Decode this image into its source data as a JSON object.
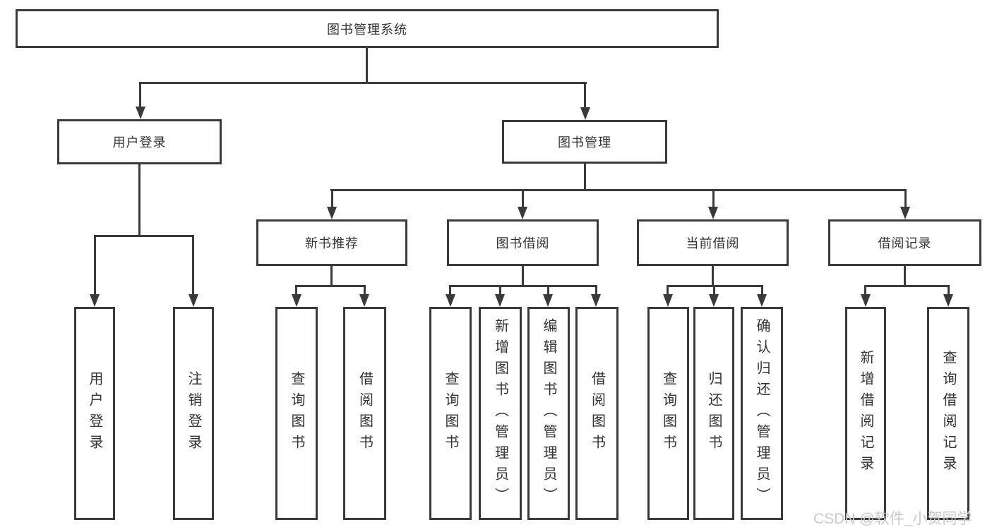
{
  "diagram": {
    "root": "图书管理系统",
    "level2": [
      "用户登录",
      "图书管理"
    ],
    "level3": [
      "新书推荐",
      "图书借阅",
      "当前借阅",
      "借阅记录"
    ],
    "groups": {
      "user": [
        "用户登录",
        "注销登录"
      ],
      "newbook": [
        "查询图书",
        "借阅图书"
      ],
      "borrow": [
        "查询图书",
        "新增图书（管理员）",
        "编辑图书（管理员）",
        "借阅图书"
      ],
      "current": [
        "查询图书",
        "归还图书",
        "确认归还（管理员）"
      ],
      "record": [
        "新增借阅记录",
        "查询借阅记录"
      ]
    }
  },
  "watermark": "CSDN @软件_小贺同学",
  "colors": {
    "line": "#3a3a3a",
    "text": "#333333",
    "watermark": "#c9c9c9",
    "background": "#ffffff"
  }
}
